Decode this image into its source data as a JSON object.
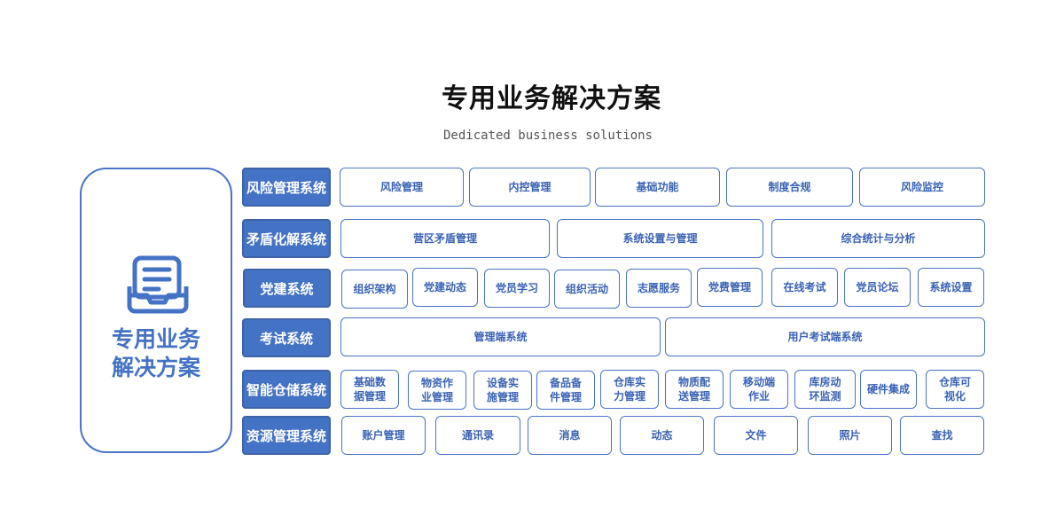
{
  "page": {
    "title": "专用业务解决方案",
    "subtitle": "Dedicated business solutions"
  },
  "side_panel": {
    "icon": "inbox-document-icon",
    "label": "专用业务\n解决方案"
  },
  "colors": {
    "accent": "#4472C4",
    "text_blue": "#3A62B5",
    "border": "#4A73C4"
  },
  "systems": [
    {
      "label": "风险管理系统",
      "items": [
        "风险管理",
        "内控管理",
        "基础功能",
        "制度合规",
        "风险监控"
      ]
    },
    {
      "label": "矛盾化解系统",
      "items": [
        "营区矛盾管理",
        "系统设置与管理",
        "综合统计与分析"
      ]
    },
    {
      "label": "党建系统",
      "items": [
        "组织架构",
        "党建动态",
        "党员学习",
        "组织活动",
        "志愿服务",
        "党费管理",
        "在线考试",
        "党员论坛",
        "系统设置"
      ]
    },
    {
      "label": "考试系统",
      "items": [
        "管理端系统",
        "用户考试端系统"
      ]
    },
    {
      "label": "智能仓储系统",
      "items": [
        "基础数\n据管理",
        "物资作\n业管理",
        "设备实\n施管理",
        "备品备\n件管理",
        "仓库实\n力管理",
        "物质配\n送管理",
        "移动端\n作业",
        "库房动\n环监测",
        "硬件集成",
        "仓库可\n视化"
      ]
    },
    {
      "label": "资源管理系统",
      "items": [
        "账户管理",
        "通讯录",
        "消息",
        "动态",
        "文件",
        "照片",
        "查找"
      ]
    }
  ]
}
